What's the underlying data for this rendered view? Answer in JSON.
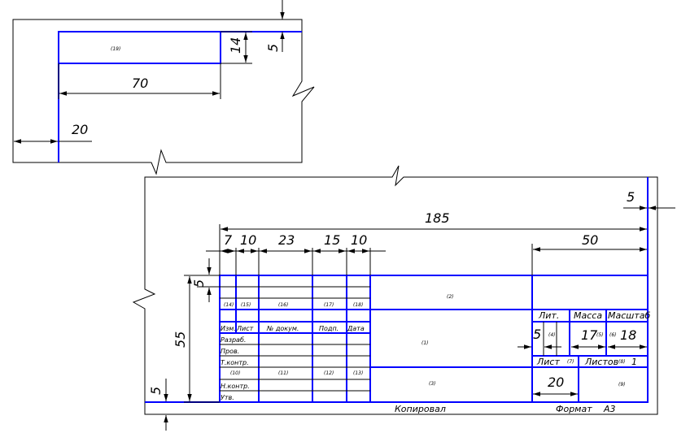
{
  "colors": {
    "frame_line": "#0000ff",
    "dimension_line": "#000000",
    "background": "#ffffff"
  },
  "top_fragment": {
    "box_ref": "(19)",
    "dims": {
      "width": "70",
      "height": "14",
      "offset": "5",
      "margin": "20"
    }
  },
  "main_sheet": {
    "dims": {
      "total_width": "185",
      "right_margin": "5",
      "bottom_margin": "5",
      "height": "55",
      "row_height": "5",
      "col_widths": [
        "7",
        "10",
        "23",
        "15",
        "10"
      ],
      "right_block": "50",
      "lit_cell": "5",
      "mass_cell": "17",
      "scale_cell": "18",
      "sheets_cell": "20"
    },
    "columns": {
      "izm": "Изм.",
      "list": "Лист",
      "doc_no": "№ докум.",
      "sign": "Подп.",
      "date": "Дата"
    },
    "col_refs": [
      "(14)",
      "(15)",
      "(16)",
      "(17)",
      "(18)"
    ],
    "roles": [
      "Разраб.",
      "Пров.",
      "Т.контр.",
      "",
      "Н.контр.",
      "Утв."
    ],
    "row_refs": [
      "(10)",
      "(11)",
      "(12)",
      "(13)"
    ],
    "field_refs": {
      "title": "(2)",
      "name": "(1)",
      "org": "(3)",
      "lit": "(4)",
      "mass": "(5)",
      "scale": "(6)",
      "sheet": "(7)",
      "sheets": "(8)",
      "bottom_right": "(9)"
    },
    "headers": {
      "lit": "Лит.",
      "mass": "Масса",
      "scale": "Масштаб",
      "sheet": "Лист",
      "sheets": "Листов",
      "sheets_count": "1"
    },
    "footer": {
      "copied": "Копировал",
      "format": "Формат",
      "format_value": "А3"
    }
  }
}
